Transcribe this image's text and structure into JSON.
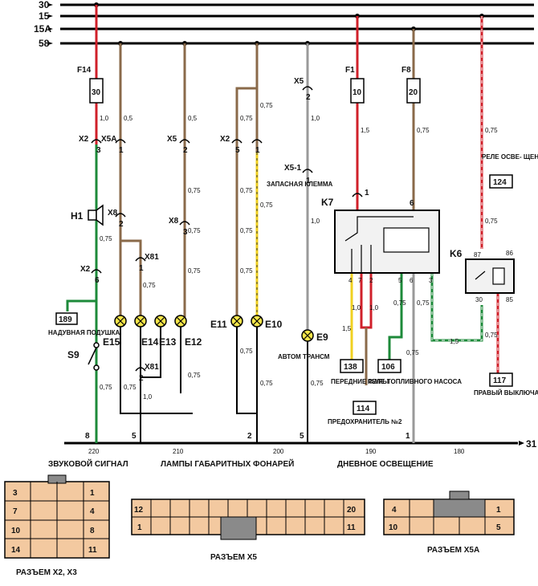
{
  "buses": {
    "b30": "30",
    "b15": "15",
    "b15a": "15A",
    "b58": "58",
    "b31": "31"
  },
  "fuses": {
    "f14": "F14",
    "f14_amp": "30",
    "f1": "F1",
    "f1_amp": "10",
    "f8": "F8",
    "f8_amp": "20"
  },
  "wires": {
    "w10": "1,0",
    "w05": "0,5",
    "w075": "0,75",
    "w15": "1,5"
  },
  "connectors": {
    "x2": "X2",
    "x5": "X5",
    "x5a": "X5A",
    "x8": "X8",
    "x81": "X81",
    "x51": "X5-1"
  },
  "components": {
    "h1": "H1",
    "s9": "S9",
    "k7": "K7",
    "k6": "K6",
    "e15": "E15",
    "e14": "E14",
    "e13": "E13",
    "e12": "E12",
    "e11": "E11",
    "e10": "E10",
    "e9": "E9",
    "zap_klemma": "ЗАПАСНАЯ КЛЕММА",
    "airbag_num": "189",
    "airbag_label": "НАДУВНАЯ ПОДУШКА",
    "n138": "138",
    "n138_label": "ПЕРЕДНИЕ ФАРЫ",
    "n106": "106",
    "n106_label": "РЕЛЕ ТОПЛИВНОГО НАСОСА",
    "n114": "114",
    "n114_label": "ПРЕДОХРАНИТЕЛЬ №2",
    "n124": "124",
    "n124_label": "РЕЛЕ ОСВЕ- ЩЕНИЯ",
    "n117": "117",
    "n117_label": "ПРАВЫЙ ВЫКЛЮЧАТЕЛЬ",
    "e9_label": "АВТОМ ТРАНСМ"
  },
  "scale": {
    "t220": "220",
    "t210": "210",
    "t200": "200",
    "t190": "190",
    "t180": "180"
  },
  "sections": {
    "signal": "ЗВУКОВОЙ СИГНАЛ",
    "parking": "ЛАМПЫ ГАБАРИТНЫХ ФОНАРЕЙ",
    "drl": "ДНЕВНОЕ ОСВЕЩЕНИЕ"
  },
  "pins": {
    "p1": "1",
    "p2": "2",
    "p3": "3",
    "p4": "4",
    "p5": "5",
    "p6": "6",
    "p7": "7",
    "p8": "8",
    "p10": "10",
    "p11": "11",
    "p12": "12",
    "p14": "14",
    "p20": "20",
    "p30": "30",
    "p85": "85",
    "p86": "86",
    "p87": "87"
  },
  "connector_panels": {
    "x2x3": "РАЗЪЕМ X2, X3",
    "x5": "РАЗЪЕМ X5",
    "x5a": "РАЗЪЕМ X5A"
  },
  "colors": {
    "red": "#d0202a",
    "green": "#1d8a3a",
    "brown": "#8a6a4a",
    "gray": "#9a9a9a",
    "yellow": "#f0d020",
    "connector_fill": "#f3c9a0",
    "plug": "#8a8a8a",
    "bus": "#000000"
  }
}
